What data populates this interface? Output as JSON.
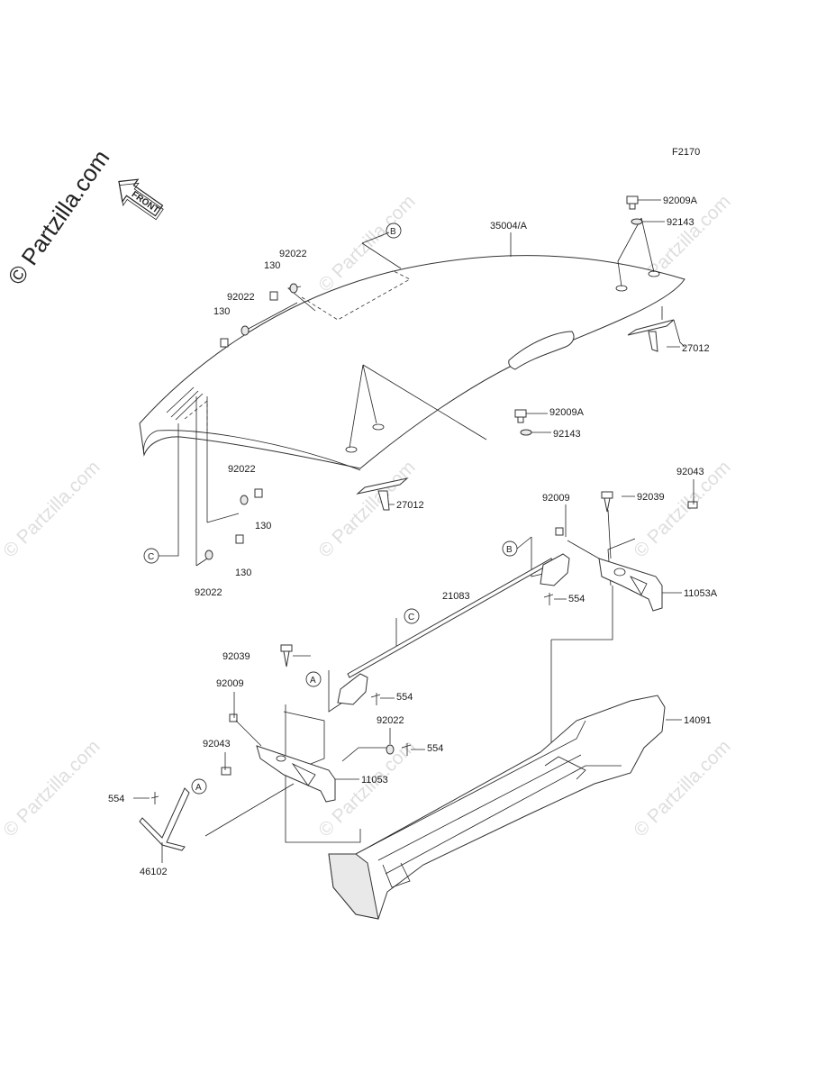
{
  "watermark": "© Partzilla.com",
  "brand": "© Partzilla.com",
  "front_label": "FRONT",
  "figure_code": "F2170",
  "callouts": {
    "a": "A",
    "b": "B",
    "c": "C"
  },
  "labels": {
    "roof": "35004/A",
    "screw_a_top": "92009A",
    "washer_top": "92143",
    "bracket_top": "27012",
    "screw_a_mid": "92009A",
    "washer_mid": "92143",
    "bracket_mid": "27012",
    "w1": "92022",
    "b1": "130",
    "w2": "92022",
    "b2": "130",
    "w3": "92022",
    "b3": "130",
    "w4": "92022",
    "b4": "130",
    "rivet_r": "92039",
    "screw_r": "92009",
    "bolt_r": "92043",
    "support_r": "11053A",
    "pin_r": "554",
    "rod": "21083",
    "pin_m": "554",
    "rivet_l": "92039",
    "screw_l": "92009",
    "bolt_l": "92043",
    "washer_l": "92022",
    "pin_l": "554",
    "support_l": "11053",
    "pin_ll": "554",
    "prop": "46102",
    "tray": "14091"
  }
}
